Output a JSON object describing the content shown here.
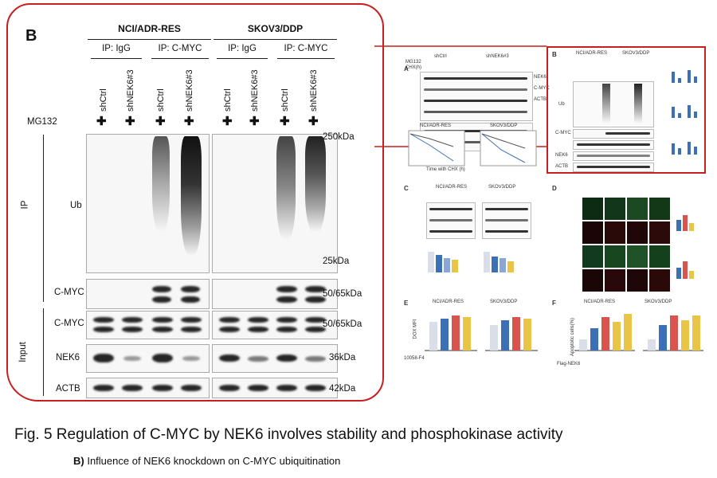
{
  "figure": {
    "caption": "Fig. 5 Regulation of C-MYC by NEK6 involves stability and phosphokinase activity",
    "subcaption_letter": "B)",
    "subcaption_text": "Influence of NEK6 knockdown on C-MYC ubiquitination"
  },
  "panelB": {
    "letter": "B",
    "groups": [
      "NCI/ADR-RES",
      "SKOV3/DDP"
    ],
    "ip_headers": [
      "IP: IgG",
      "IP: C-MYC",
      "IP: IgG",
      "IP: C-MYC"
    ],
    "lanes": [
      "shCtrl",
      "shNEK6#3",
      "shCtrl",
      "shNEK6#3",
      "shCtrl",
      "shNEK6#3",
      "shCtrl",
      "shNEK6#3"
    ],
    "treatment_label": "MG132",
    "treatment_mark": "✚",
    "section_ip": "IP",
    "section_input": "Input",
    "rows": {
      "ub": "Ub",
      "cmyc_ip": "C-MYC",
      "cmyc_input": "C-MYC",
      "nek6": "NEK6",
      "actb": "ACTB"
    },
    "markers": {
      "top": "250kDa",
      "bottom": "25kDa",
      "cmyc": "50/65kDa",
      "cmyc2": "50/65kDa",
      "nek6": "36kDa",
      "actb": "42kDa"
    }
  },
  "thumbnail": {
    "panel_letters": [
      "A",
      "B",
      "C",
      "D",
      "E",
      "F"
    ],
    "groups": [
      "NCI/ADR-RES",
      "SKOV3/DDP"
    ],
    "panelA_top": [
      "shCtrl",
      "shNEK6#3"
    ],
    "panelA_rows": [
      "MG132",
      "CHX(h)",
      "NEK6",
      "C-MYC",
      "ACTB"
    ],
    "panelA_axis": "Time with CHX (h)",
    "panelB_rows": [
      "Ub",
      "C-MYC",
      "NEK6",
      "ACTB"
    ],
    "panelE_ylabel": "DOX MFI",
    "panelF_ylabel": "Apoptotic cells(%)",
    "panelE_xlabel": "10058-F4",
    "panelF_xlabel": "Flag-NEK6",
    "bar_colors": [
      "#d9dee8",
      "#3b6fb6",
      "#d9534f",
      "#e8c547"
    ]
  }
}
